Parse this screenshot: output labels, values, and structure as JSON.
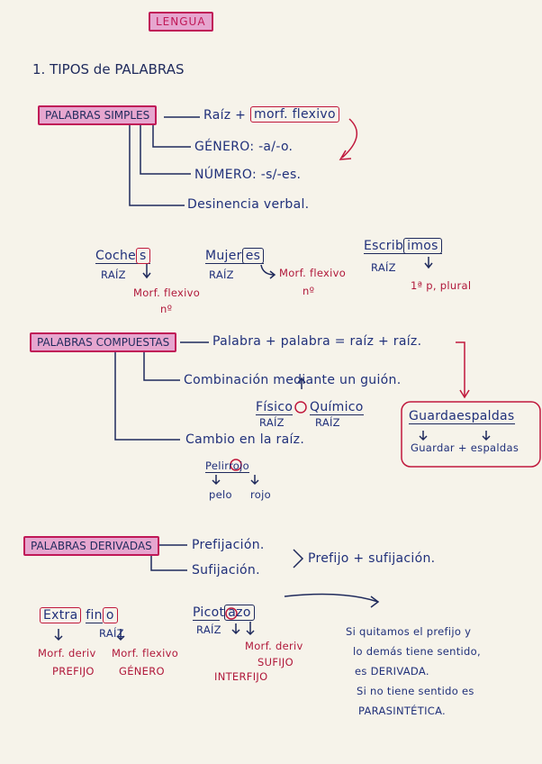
{
  "header": {
    "subject": "LENGUA"
  },
  "section": {
    "title": "1. TIPOS de PALABRAS"
  },
  "simples": {
    "label": "PALABRAS SIMPLES",
    "raiz": "Raíz +",
    "morf": "morf. flexivo",
    "genero": "GÉNERO: -a/-o.",
    "numero": "NÚMERO: -s/-es.",
    "desinencia": "Desinencia verbal.",
    "ex1_root": "Coche",
    "ex1_suf": "s",
    "ex1_raiz": "RAÍZ",
    "ex1_morf": "Morf. flexivo",
    "ex1_morf2": "nº",
    "ex2_root": "Mujer",
    "ex2_suf": "es",
    "ex2_raiz": "RAÍZ",
    "ex2_morf": "Morf. flexivo",
    "ex2_morf2": "nº",
    "ex3_root": "Escrib",
    "ex3_suf": "imos",
    "ex3_raiz": "RAÍZ",
    "ex3_morf": "1ª p, plural"
  },
  "compuestas": {
    "label": "PALABRAS COMPUESTAS",
    "rule": "Palabra + palabra = raíz + raíz.",
    "guion": "Combinación mediante un guión.",
    "fisico": "Físico",
    "quimico": "Químico",
    "raiz1": "RAÍZ",
    "raiz2": "RAÍZ",
    "cambio": "Cambio en la raíz.",
    "peli": "Peli",
    "rrojo": "rrojo",
    "pelo": "pelo",
    "rojo": "rojo",
    "guarda": "Guarda",
    "espaldas": "espaldas",
    "guardar": "Guardar + espaldas"
  },
  "derivadas": {
    "label": "PALABRAS DERIVADAS",
    "prefijacion": "Prefijación.",
    "sufijacion": "Sufijación.",
    "combo": "Prefijo + sufijación.",
    "extra": "Extra",
    "fin": "fin",
    "o": "o",
    "raiz": "RAÍZ",
    "morf_deriv": "Morf. deriv",
    "prefijo": "PREFIJO",
    "morf_flex": "Morf. flexivo",
    "genero": "GÉNERO",
    "pico": "Pico",
    "t": "t",
    "azo": "azo",
    "raiz2": "RAÍZ",
    "morf_deriv2": "Morf. deriv",
    "sufijo": "SUFIJO",
    "interfijo": "INTERFIJO",
    "note1": "Si quitamos el prefijo y",
    "note2": "lo demás tiene sentido,",
    "note3": "es DERIVADA.",
    "note4": "Si no tiene sentido es",
    "note5": "PARASINTÉTICA."
  }
}
